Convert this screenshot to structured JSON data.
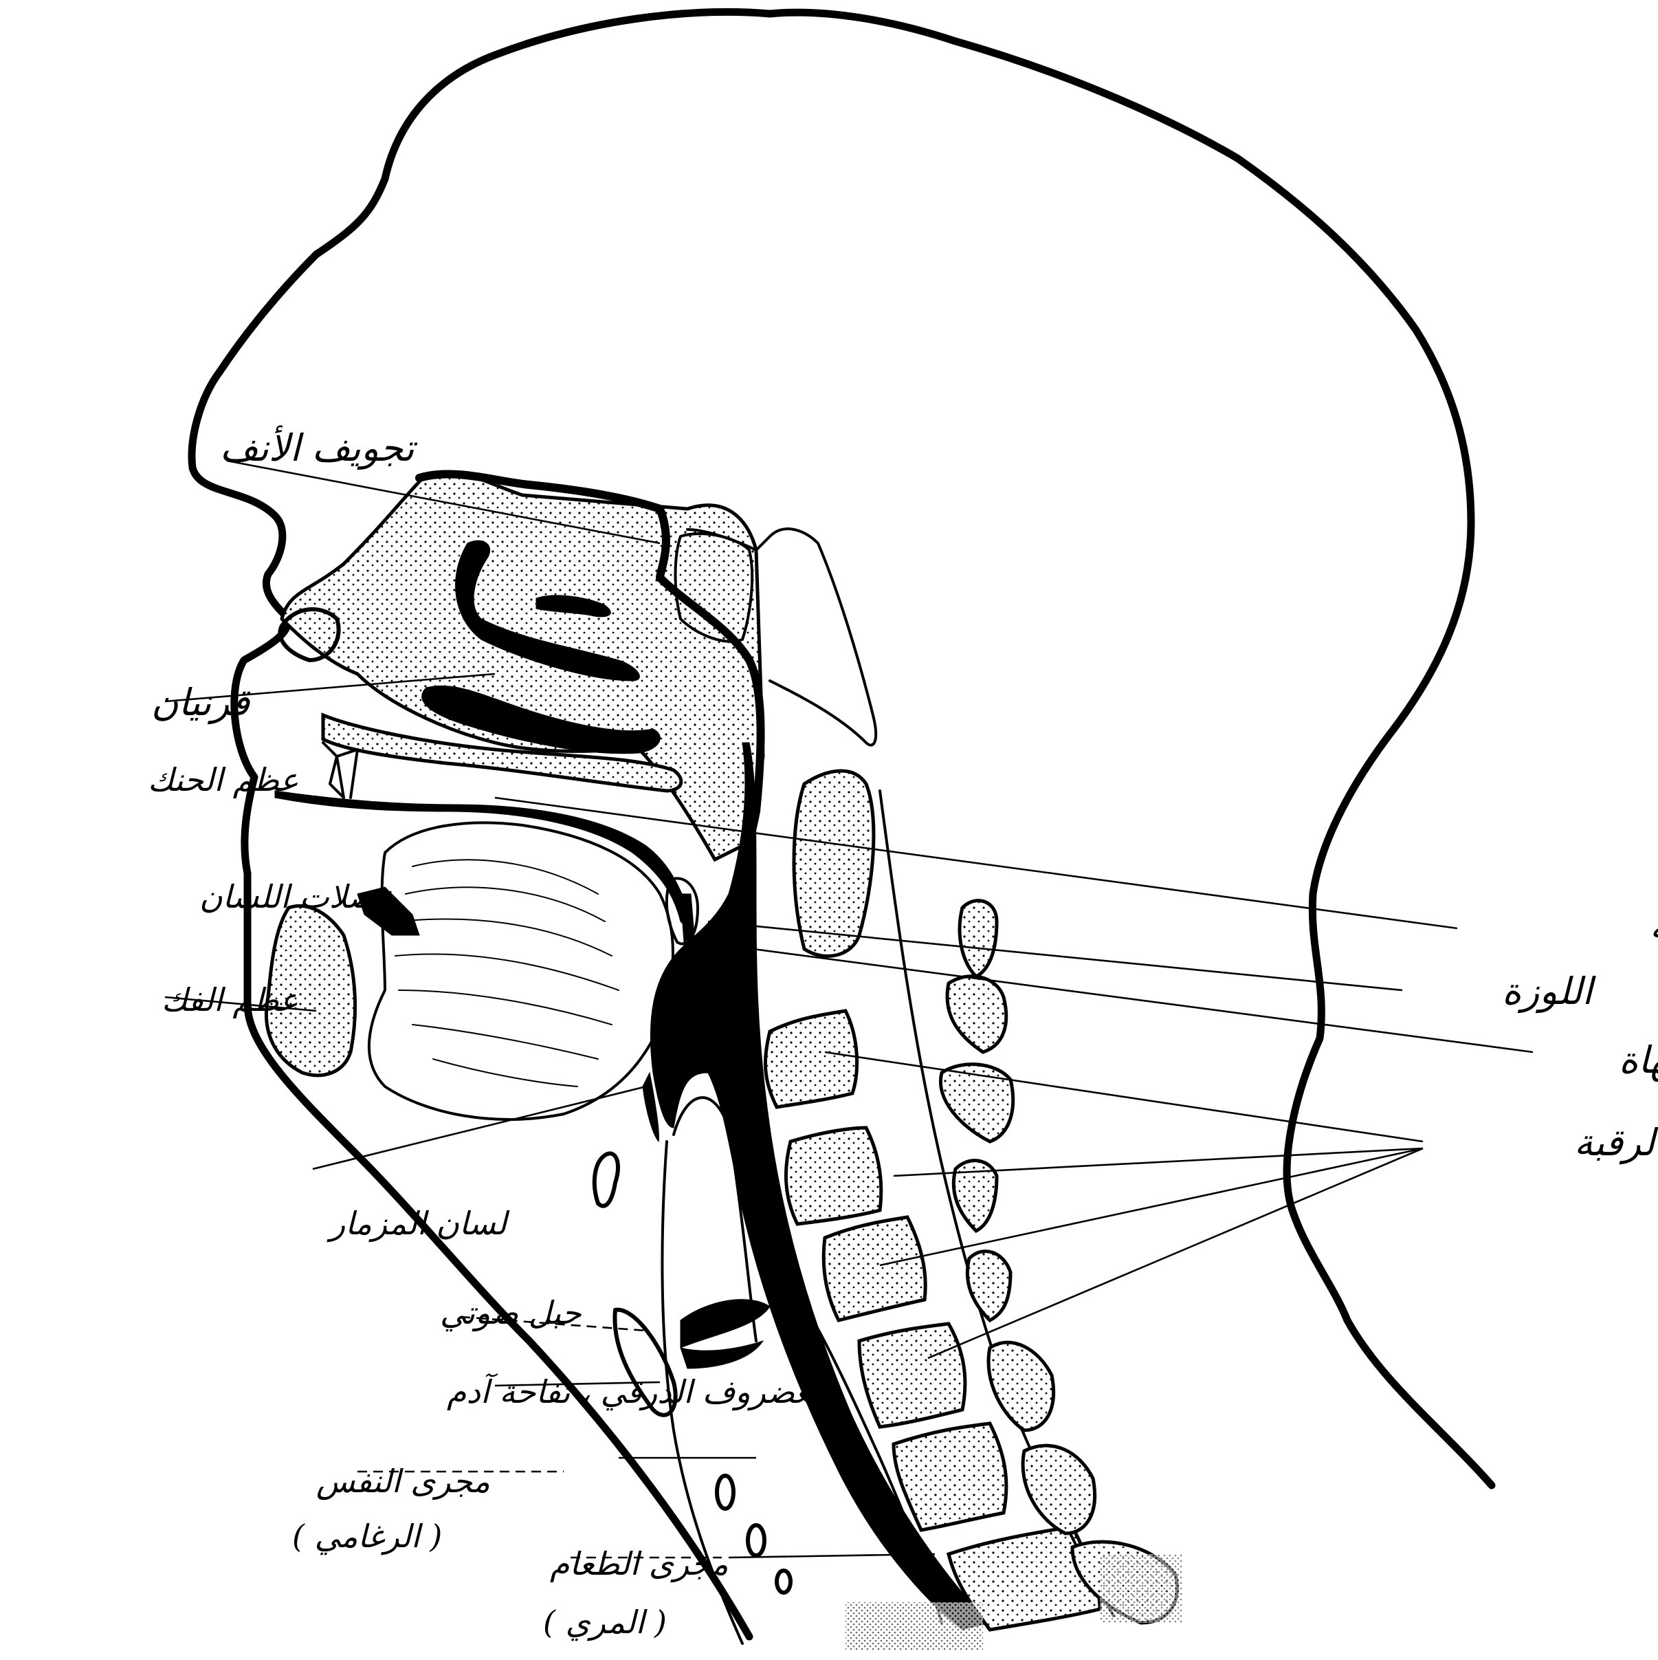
{
  "labels": {
    "nasal_cavity": "تجويف الأنف",
    "nostril": "قرنيان",
    "palate_bone": "عظم الحنك",
    "tongue_muscles": "عضلات اللسان",
    "jaw_bone": "عظم الفك",
    "epiglottis": "لسان المزمار",
    "vocal_cord": "حبل صوتي",
    "thyroid_cartilage": "الغضروف الدرقي ، تفاحة آدم",
    "airway_line1": "مجرى النفس",
    "airway_line2": "( الرغامي )",
    "food_line1": "مجرى الطعام",
    "food_line2": "( المري )",
    "upper_gum": "اللثة العلوية",
    "tonsil": "اللوزة",
    "uvula": "اللهاة",
    "neck_vertebrae": "فقرات الرقبة"
  },
  "colors": {
    "ink": "#000000",
    "paper": "#ffffff"
  }
}
